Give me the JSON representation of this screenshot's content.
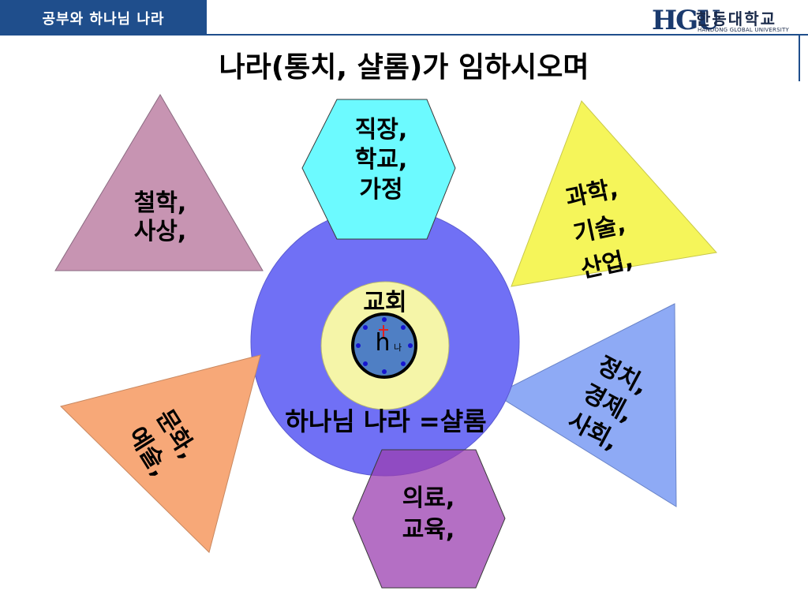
{
  "header": {
    "tab_label": "공부와 하나님 나라",
    "logo_mark": "HGU",
    "logo_name": "한동대학교",
    "logo_sub": "HANDONG GLOBAL UNIVERSITY"
  },
  "title": "나라(통치, 샬롬)가 임하시오며",
  "center": {
    "church_label": "교회",
    "self_symbol": "h",
    "self_label": "나",
    "kingdom_label": "하나님 나라 =샬롬"
  },
  "shapes": {
    "philosophy": "철학,\n사상,",
    "workplace": "직장,\n학교,\n가정",
    "science": "과학,\n기술,\n산업,",
    "politics": "정치,\n경제,\n사회,",
    "arts": "문화,\n예술,",
    "medicine": "의료,\n교육,"
  },
  "colors": {
    "header_blue": "#1f4e8c",
    "kingdom_circle": "#7070f5",
    "church_circle": "#f5f5a8",
    "self_circle": "#4f7fc4",
    "philosophy": "#c794b2",
    "workplace": "#6cfaff",
    "science": "#f5f55a",
    "politics": "#8eaaf5",
    "arts": "#f7a878",
    "medicine": "#b56dc0"
  }
}
